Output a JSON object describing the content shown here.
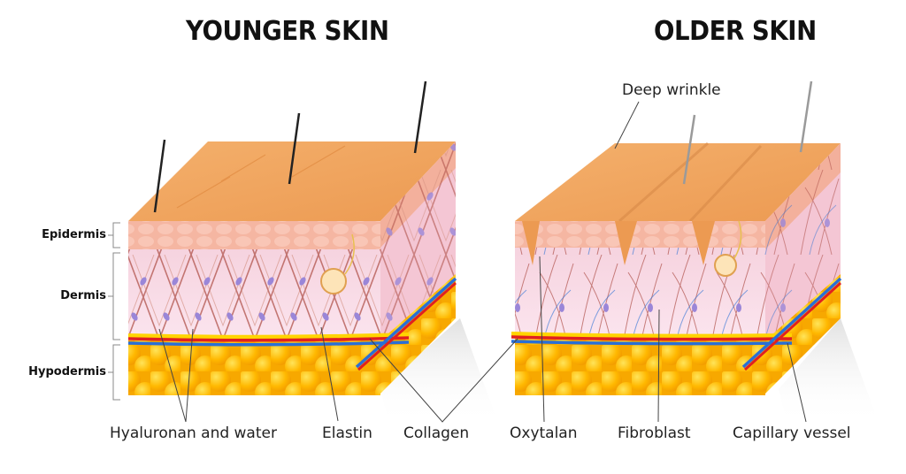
{
  "titles": {
    "younger": "YOUNGER SKIN",
    "older": "OLDER SKIN"
  },
  "layers": [
    {
      "label": "Epidermis"
    },
    {
      "label": "Dermis"
    },
    {
      "label": "Hypodermis"
    }
  ],
  "callouts": {
    "deep_wrinkle": "Deep wrinkle",
    "hyaluronan": "Hyaluronan and water",
    "elastin": "Elastin",
    "collagen": "Collagen",
    "oxytalan": "Oxytalan",
    "fibroblast": "Fibroblast",
    "capillary": "Capillary vessel"
  },
  "colors": {
    "skin_top": "#f0a35e",
    "epidermis": "#f6b9a4",
    "dermis": "#f8dbe6",
    "hypodermis": "#ffb300",
    "fat_highlight": "#ffd23a",
    "artery": "#e02020",
    "vein": "#2a6fd6",
    "collagen_fiber": "#b0524a",
    "fibroblast_cell": "#9a86d8"
  }
}
